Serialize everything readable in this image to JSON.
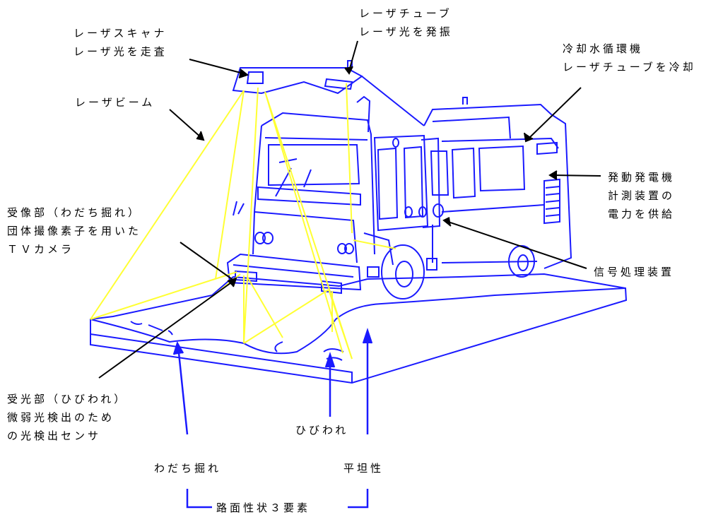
{
  "labels": {
    "laser_scanner": {
      "line1": "レーザスキャナ",
      "line2": "レーザ光を走査"
    },
    "laser_tube": {
      "line1": "レーザチューブ",
      "line2": "レーザ光を発振"
    },
    "cooling": {
      "line1": "冷却水循環機",
      "line2": "レーザチューブを冷却"
    },
    "laser_beam": {
      "line1": "レーザビーム"
    },
    "generator": {
      "line1": "発動発電機",
      "line2": "計測装置の",
      "line3": "電力を供給"
    },
    "camera": {
      "line1": "受像部（わだち掘れ）",
      "line2": "団体撮像素子を用いた",
      "line3": "ＴＶカメラ"
    },
    "signal_processor": {
      "line1": "信号処理装置"
    },
    "photo_sensor": {
      "line1": "受光部（ひびわれ）",
      "line2": "微弱光検出のため",
      "line3": "の光検出センサ"
    },
    "crack": {
      "line1": "ひびわれ"
    },
    "rutting": {
      "line1": "わだち掘れ"
    },
    "flatness": {
      "line1": "平坦性"
    },
    "road_elements": {
      "line1": "路面性状３要素"
    }
  },
  "colors": {
    "outline": "#1a1aff",
    "beam": "#ffff33",
    "arrow": "#000000"
  }
}
